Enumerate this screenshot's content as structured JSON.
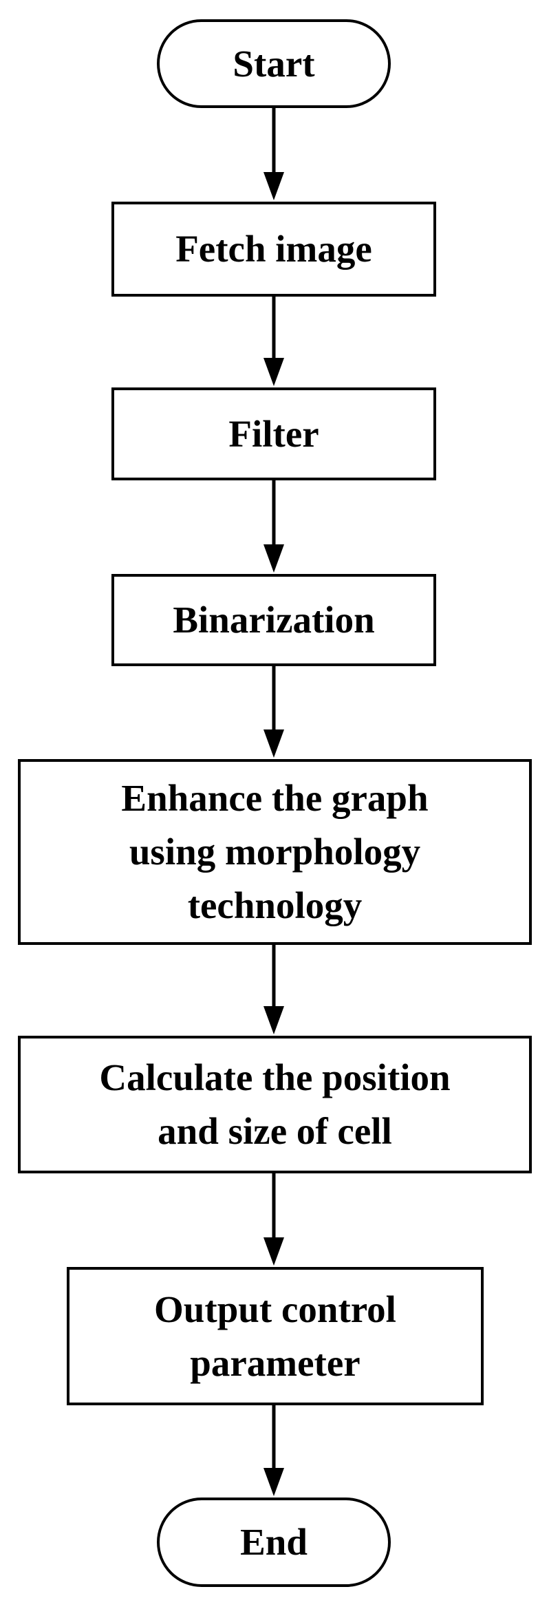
{
  "flowchart": {
    "start": "Start",
    "steps": [
      {
        "lines": [
          "Fetch image"
        ]
      },
      {
        "lines": [
          "Filter"
        ]
      },
      {
        "lines": [
          "Binarization"
        ]
      },
      {
        "lines": [
          "Enhance the graph",
          "using morphology",
          "technology"
        ]
      },
      {
        "lines": [
          "Calculate the position",
          "and size of cell"
        ]
      },
      {
        "lines": [
          "Output control",
          "parameter"
        ]
      }
    ],
    "end": "End"
  }
}
